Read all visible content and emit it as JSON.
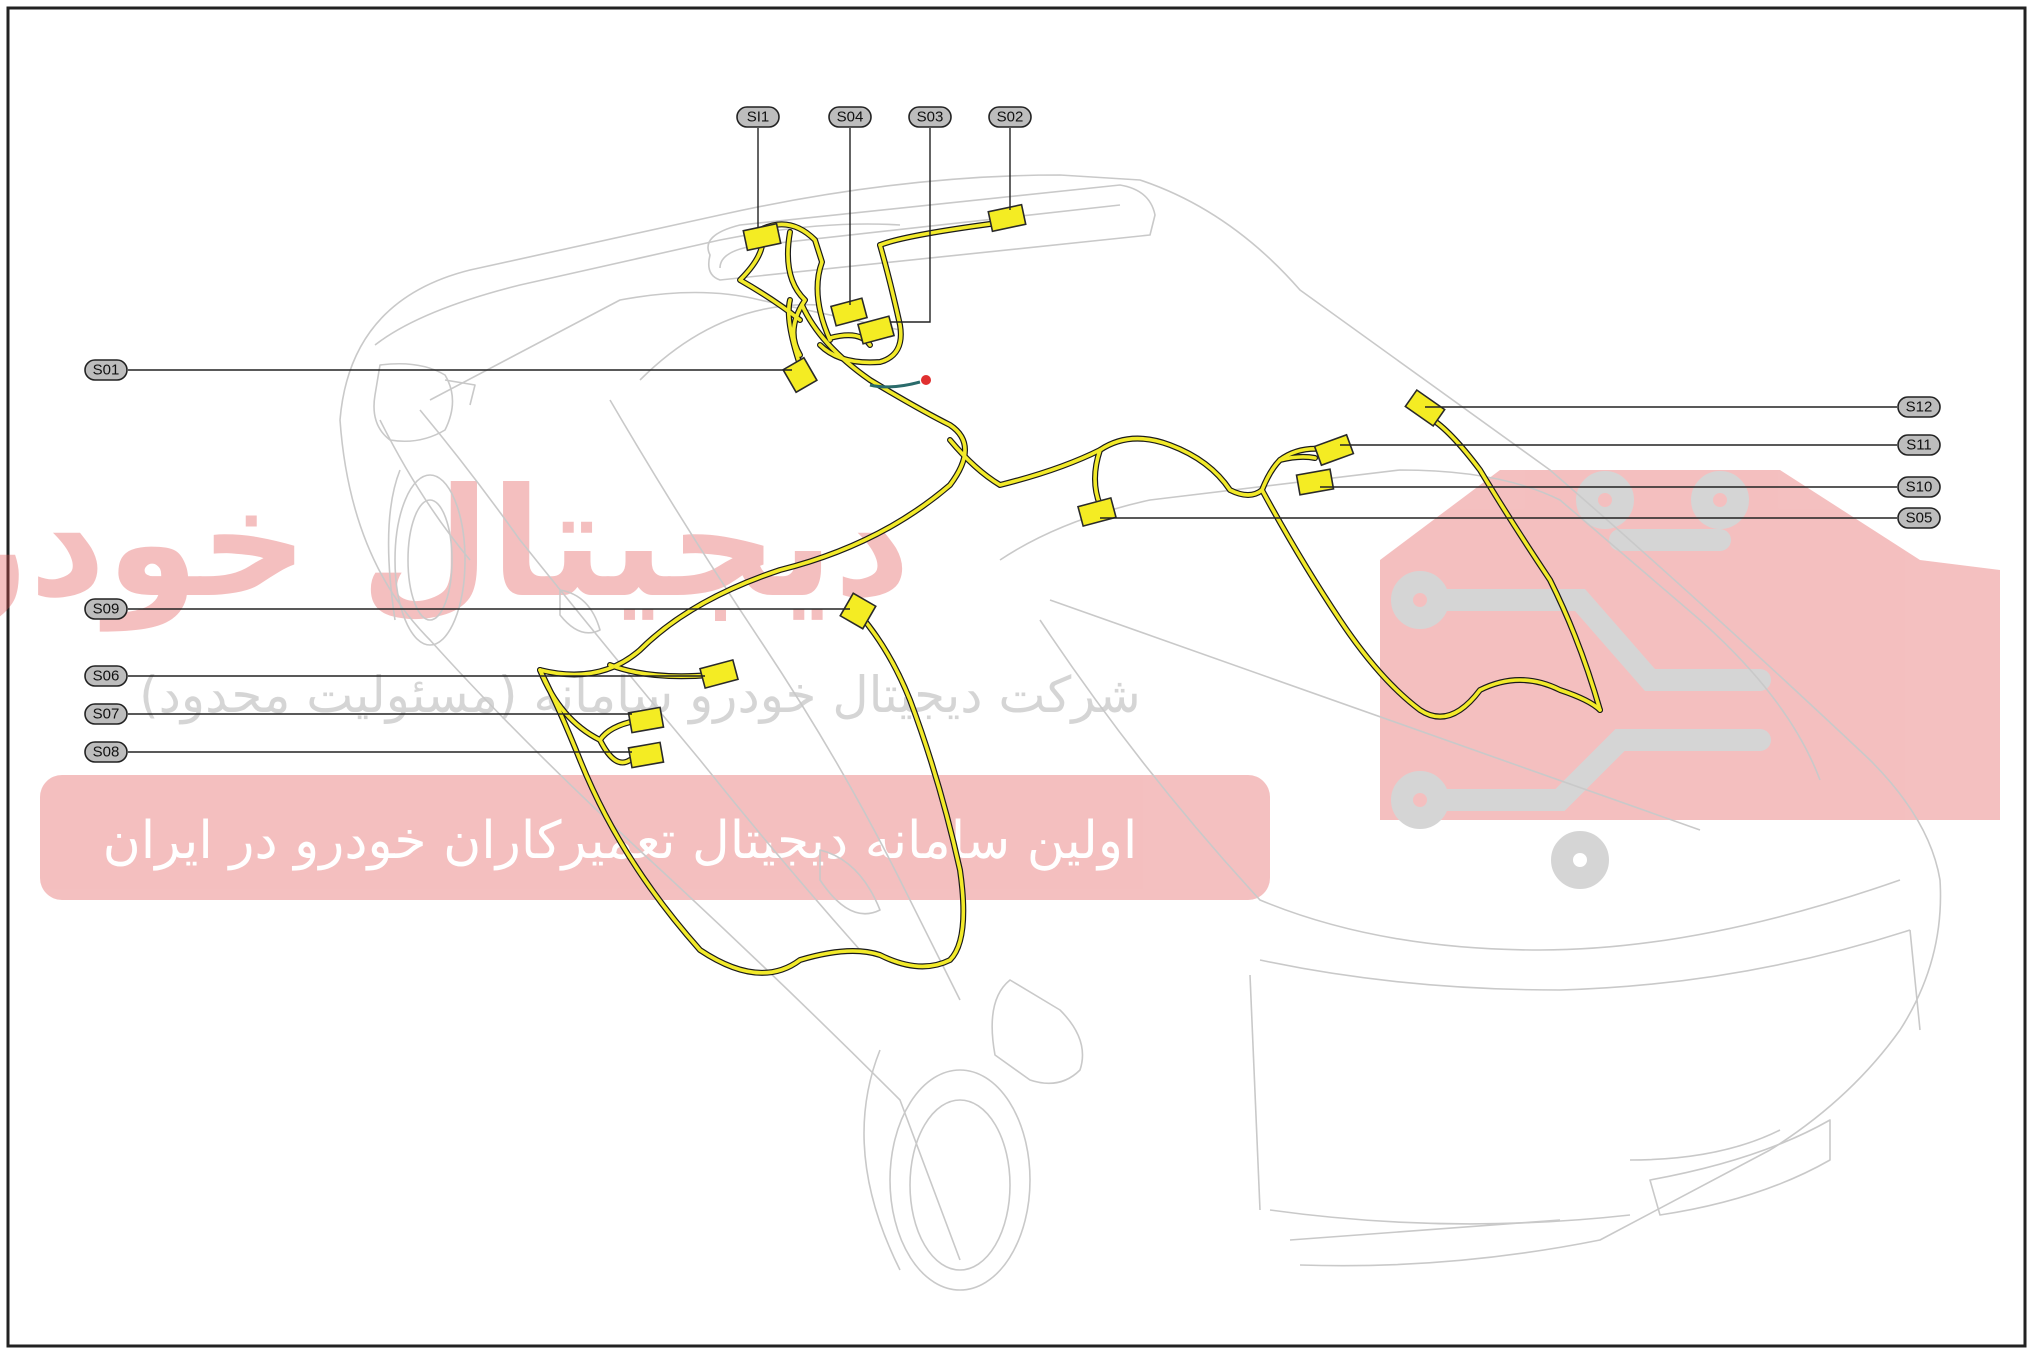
{
  "diagram": {
    "connector_labels": [
      {
        "id": "SI1"
      },
      {
        "id": "S04"
      },
      {
        "id": "S03"
      },
      {
        "id": "S02"
      },
      {
        "id": "S01"
      },
      {
        "id": "S12"
      },
      {
        "id": "S11"
      },
      {
        "id": "S10"
      },
      {
        "id": "S05"
      },
      {
        "id": "S09"
      },
      {
        "id": "S06"
      },
      {
        "id": "S07"
      },
      {
        "id": "S08"
      }
    ],
    "colors": {
      "harness": "#f2ea2a",
      "connector": "#f4ec23",
      "label_pill": "#bdbdbd",
      "car_outline": "#c9c9c9"
    }
  },
  "watermark": {
    "brand": "دیجیتال خودرو",
    "company": "شرکت دیجیتال خودرو سامانه (مسئولیت محدود)",
    "slogan": "اولین سامانه دیجیتال تعمیرکاران خودرو در ایران",
    "colors": {
      "red": "#e04a4a",
      "gray": "#8a8a8a"
    }
  }
}
